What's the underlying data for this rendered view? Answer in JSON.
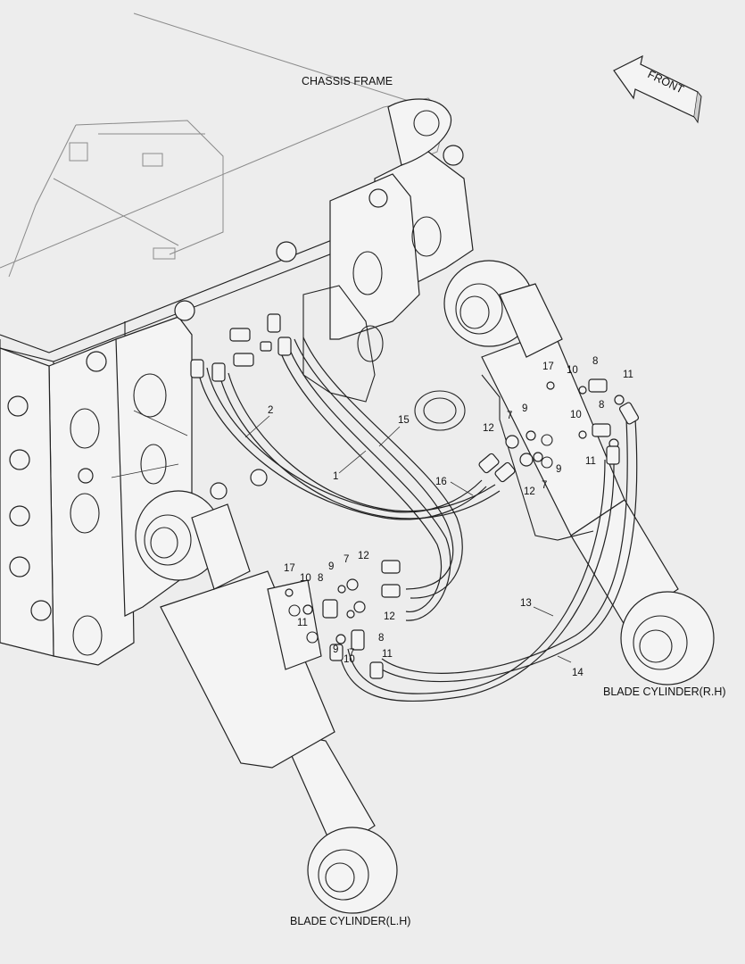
{
  "labels": {
    "chassis_frame": "CHASSIS FRAME",
    "front": "FRONT",
    "blade_cylinder_rh": "BLADE CYLINDER(R.H)",
    "blade_cylinder_lh": "BLADE CYLINDER(L.H)"
  },
  "callouts": {
    "c1": "1",
    "c2": "2",
    "c15": "15",
    "c16": "16",
    "c13": "13",
    "c14": "14",
    "r17": "17",
    "r10a": "10",
    "r8a": "8",
    "r11a": "11",
    "r9a": "9",
    "r7a": "7",
    "r12a": "12",
    "r10b": "10",
    "r8b": "8",
    "r11b": "11",
    "r9b": "9",
    "r7b": "7",
    "r12b": "12",
    "l17": "17",
    "l10a": "10",
    "l9a": "9",
    "l7a": "7",
    "l12a": "12",
    "l8a": "8",
    "l11a": "11",
    "l12b": "12",
    "l9b": "9",
    "l7b": "7",
    "l8b": "8",
    "l11b": "11",
    "l10b": "10"
  }
}
